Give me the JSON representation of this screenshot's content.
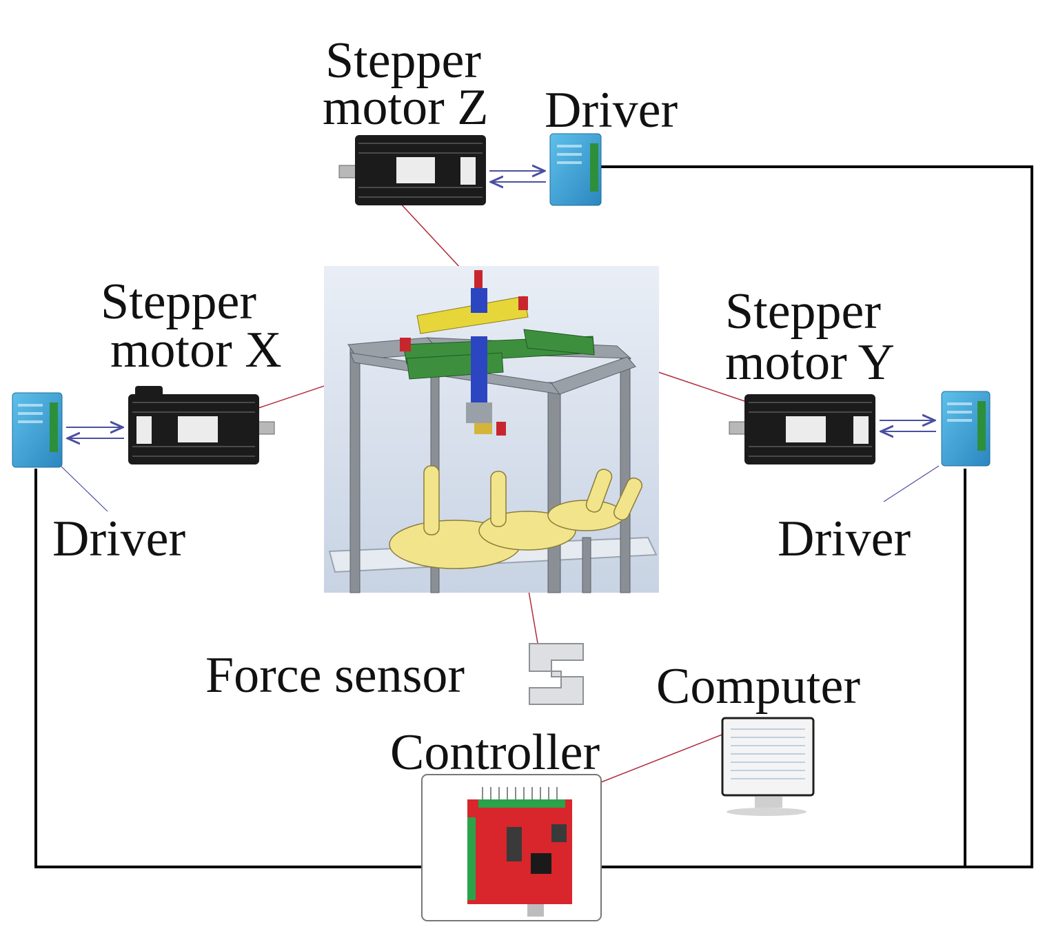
{
  "labels": {
    "motor_z_line1": "Stepper",
    "motor_z_line2": "motor Z",
    "driver_z": "Driver",
    "motor_x_line1": "Stepper",
    "motor_x_line2": "motor X",
    "driver_x": "Driver",
    "motor_y_line1": "Stepper",
    "motor_y_line2": "motor Y",
    "driver_y": "Driver",
    "force_sensor": "Force sensor",
    "computer": "Computer",
    "controller": "Controller"
  },
  "colors": {
    "wire": "#000000",
    "signal_link": "#b02a3a",
    "arrow": "#4a4fa0",
    "driver_body": "#3ba3d8",
    "motor_body": "#1b1b1b",
    "board": "#d8262c",
    "frame": "#8a8a8a",
    "scene_bg": "#dce6f2",
    "mannequin": "#f2e48a"
  },
  "icons": [
    "stepper-motor-icon",
    "driver-module-icon",
    "force-sensor-icon",
    "computer-monitor-icon",
    "controller-board-icon",
    "gantry-model-image"
  ]
}
